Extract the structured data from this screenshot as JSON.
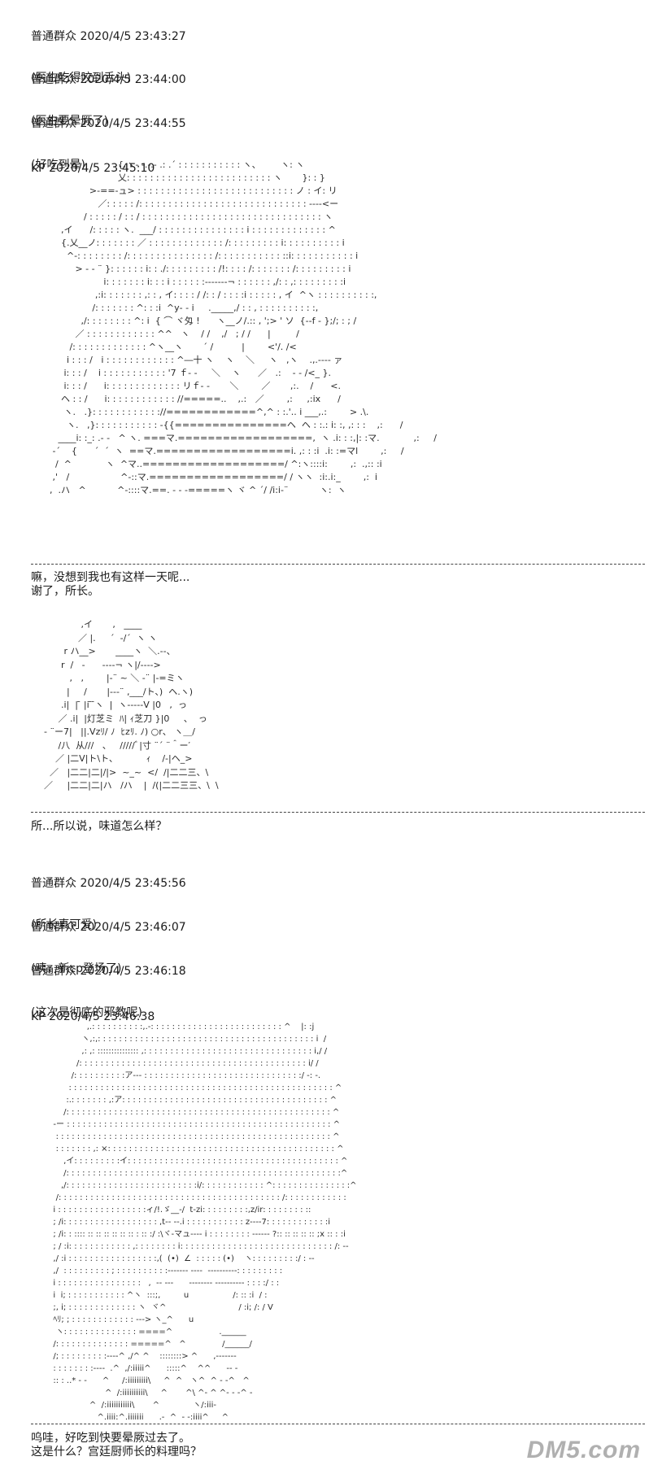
{
  "posts": [
    {
      "header": "普通群众 2020/4/5 23:43:27",
      "text": "(医生吃得咬到舌头)"
    },
    {
      "header": "普通群众 2020/4/5 23:44:00",
      "text": "(医生要晕厥了)"
    },
    {
      "header": "普通群众 2020/4/5 23:44:55",
      "text": "(好吃到晕)"
    },
    {
      "header": "KP 2020/4/5 23:45:10",
      "text": ""
    }
  ],
  "art1": "                              {.ヽ‐ ‐.-.‐ .: .´ : : : : : : : : : : : ヽ、       ヽ: ヽ\n                              乂: : : : : : : : : : : : : : : : : : : : : : : : : ヽ       }: : }\n                    >-==‐ュ> : : : : : : : : : : : : : : : : : : : : : : : : : : : ノ : イ: リ\n                       ／: : : : : /: : : : : : : : : : : : : : : : : : : : : : : : : : : : : ‐‐‐‐<ー\n                  / : : : : : / : : / : : : : : : : : : : : : : : : : : : : : : : : : : : : : : : : ヽ\n          ,イ      /: : : : : ヽ.  ___/ : : : : : : : : : : : : : : : i : : : : : : : : : : : : : ^\n          {.乂__ノ: : : : : : : ／ : : : : : : : : : : : : : /: : : : : : : : : i: : : : : : : : : : i\n            ^‐: : : : : : : : /: : : : : : : : : : : : : : : /: : : : : : : : : : : ::i: : : : : : : : : : : i\n               > ‐ ‐ ¨ }: : : : : : i: : ./: : : : : : : : : /!: : : : /: : : : : : : /: : : : : : : : : i\n                         i: : : : : : : i: : : i : : : : : :‐‐‐‐‐‐‐¬ : : : : : : ,/: : ,: : : : : : : : :i\n                      ,:i: : : : : : : ,: : , イ: : : : / /: : / : : : :i : : : : : , イ  ^ヽ : : : : : : : : : :,\n                     /: : : : : : : ^: : :i  ^y‐ ‐ i     ._____,/ : : , : : : : : : : : : :,\n                 ,/: : : : : : : : ^: i  { ⌒ ヾ匁 !      ヽ__ノ/.:: , ';> ' ソ  {‐‐f ‐ };/; : ; /\n               ／ : : : : : : : : : : : : ^^   ヽ    / /    ,/   ; / /      |         /\n             /: : : : : : : : : : : : : ^ヽ__ヽ       ´ /          |        <'/. /<\n            i : : : /   i : : : : : : : : : : : : ^―十 ヽ    ヽ    ＼     ヽ   ,ヽ    .,.‐‐‐‐ ァ\n           i: : : /    i : : : : : : : : : : : '7 ｆ‐ ‐     ＼    ヽ      ／   .:    ‐ ‐ /<_ }.\n           i: : : /      i: : : : : : : : : : : : : リｆ‐ ‐       ＼        ／       ,:.    /      <.\n          ヘ : : /      i: : : : : : : : : : : : //=====..    ,.:   ／        ,:     ,:ix      /\n           ヽ.   .}: : : : : : : : : : : ://============^,^ : :.'.. i ___,.:        > .\\. \n            ヽ.   ,}: : : : : : : : : : : -{{===============ヘ  ヘ : :.: i: :, ,: : :    ,:      /\n         ____i: :_: .- ‐   ^ ヽ. ===マ.==================,  ヽ .i: : :,|: :マ.            ,:     /\n       ‐´    {      ´  ´  ヽ  ==マ.==================i. ,: : :i  .i: :=マl        ,:     /\n        /  ^            ヽ  ^マ..===================/ ^:ヽ::::i:        ,:  .,:: :i\n       ,'   /                  ^‐::マ.==================/ / ヽヽ  :i:.i:_        ,:  i\n      ,  .ハ   ^           ^‐::::マ.==. ‐ ‐ ‐=====ヽ ヾ ^ ´/ /i:i‐¨           ヽ:  ヽ",
  "reply1": "嘛，没想到我也有这样一天呢...\n谢了，所长。",
  "art2": "                 ,イ       ,   ____\n                ／ |.     ´  -/´  ヽ ヽ\n           r ハ__>       ____ヽ  ＼.--、\n          r  /   -      ‐‐‐‐¬ ヽ|/‐‐‐‐>\n             ,   ,        |‐¨ ~ ＼ -¨ |‐=ミヽ\n            |     /       |--‐¨ ,___/ト、)  ヘ.ヽ)\n          .i|  | ̄ |i ̄ ̄ヽ  |  ヽ‐‐‐‐‐V |0   ,  っ\n         ／ .i|  |灯芝ミ  ﾊ| ｨ芝刀 }|0     、  っ\n    ‐ ¨ー7|   ||.Vzﾘ/ ﾉ  ﾋzﾘ. ﾉ) ○r、 ヽ＿/\n         /八  从///   、   /////ﾞ|寸 ¨´ ¨＾ー′\n        ／ |二V|ト\\ト、          ｨ    /‐|ヘ_>\n      ／   |二二|二|/|>  ~_~  </  /|二二三、\\\n    ／     |二二|二|ハ   /ハ    |  /(|二二三三、\\  \\",
  "reply2": "所...所以说，味道怎么样？",
  "posts2": [
    {
      "header": "普通群众 2020/4/5 23:45:56",
      "text": "(所长真可爱)"
    },
    {
      "header": "普通群众 2020/4/5 23:46:07",
      "text": "(咦，新cp登场了)"
    },
    {
      "header": "普通群众 2020/4/5 23:46:18",
      "text": "(这次是彻底的邪教呢)"
    },
    {
      "header": "KP 2020/4/5 23:46:38",
      "text": ""
    }
  ],
  "art3": "                     ,.: : : : : : : : : :,.‐: : : : : : : : : : : : : : : : : : : : : : : : : ^    |: :j\n                   ヽ,:,: : : : : : : : : : : : : : : : : : : : : : : : : : : : : : : : : : : : : : : : : i  /\n                   ,: ,: ::::::::::::::: ,: : : : : : : : : : : : : : : : : : : : : : : : : : : : : : : : i,/ /\n                 /: : : : : : : : : : : : : : : : : : : : : : : : : : : : : : : : : : : : : : : : : : : i/ /\n               /: : : : : : : : : :ア‐‐‐ : : : : : : : : : : : : : : : : : : : : : : : : : : : : : :/ ‐: ‐.\n              : : : : : : : : : : : : : : : : : : : : : : : : : : : : : : : : : : : : : : : : : : : : : : : : : : ^\n             :.: : : : : : : ,:ア: : : : : : : : : : : : : : : : : : : : : : : : : : : : : : : : : : : : : : : ^\n            /: : : : : : : : : : : : : : : : : : : : : : : : : : : : : : : : : : : : : : : : : : : : : : : : : : ^\n        ‐ー : : : : : : : : : : : : : : : : : : : : : : : : : : : : : : : : : : : : : : : : : : : : : : : : : : ^\n         : : : : : : : : : : : : : : : : : : : : : : : : : : : : : : : : : : : : : : : : : : : : : : : : : : : : ^\n         : : : : : : : ,: ×: : : : : : : : : : : : : : : : : : : : : : : : : : : : : : : : : : : : : : : : : : : ^\n            ,イ: : : : : : : : :イ: : : : : : : : : : : : : : : : : : : : : : : : : : : : : : : : : : : : : : : : ^\n            /: : : : : : : : : : : : : : : : : : : : : : : : : : : : : : : : : : : : : : : : : : : : : : : : : : : :^\n           ,/: : : : : : : : : : : : : : : : : : : : : : : : :i/: : : : : : : : : : : : ^: : : : : : : : : : : : : : :^\n         /: : : : : : : : : : : : : : : : : : : : : : : : : : : : : : : : : : : : : : : : : : /: : : : : : : : : : : :\n        i : : : : : : : : : : : : : : : : :ィ/!.ゞ__‐/  t‐zi: : : : : : : : :,z/ir: : : : : : : : ::\n        ; /i: : : : : : : : : : : : : : : : : : ,t‐‐ ‐‐.i : : : : : : : : : : : z‐‐‐‐7: : : : : : : : : : : :i\n        ; /i: : :::: :: :: :: :: :: :: : :: :/ :\\ヾ‐マュ‐‐‐‐ i : : : : : : : : ‐‐‐‐‐‐ ?:: :: :: :: :: ;x :: : :i\n        ; / :i: : : : : : : : : : : : ,: : : : : : : : i: : : : : : : : : : : : : : : : : : : : : : : : : : : : : /: ‐‐\n        ,/ :i : : : : : : : : : : : : : : : : :,(  (•)  ∠  : : : : : (•)    ヽ: : : : : : : : :/ : ‐‐\n        ,/  : : : : : : : : : ; : : : : : : : : : :‐‐‐‐‐‐‐ ‐‐‐‐  ‐‐‐‐‐‐‐‐‐‐: : : : : : : : :\n        i : : : : : : : : : : : : : : : :   ,  ‐‐ ‐‐‐      ‐‐‐‐‐‐‐‐ ‐‐‐‐‐‐‐‐‐‐ : : : :/ : :\n        i  i; : : : : : : : : : : : ^ヽ  :::;,         u                 /: :: :i  / :\n        ;, i; : : : : : : : : : : : : : ヽ  ヾ^                            / :i; /: / V\n        ﾍﾘ; ; : : : : : : : : : : : : ---> ヽ_^      u\n         ヽ: : : : : : : : : : : : : : ====^                  .______\n        /: : : : : : : : : : : : : : =====^   ^              /______/\n        /; : : : : : : : : :‐‐‐‐^ ,/^ ^    ::::::::> ^      ,‐‐‐‐‐‐‐\n        : : : : : : : :‐‐‐‐  .^  ,/:iiiii^      :::::^    ^^      ‐‐ ‐\n        :: : ..* ‐ ‐      ^     /:iiiiiiiii\\     ^  ^   ヽ^  ^ ‐ ‐^   ^\n                            ^  /:iiiiiiiiii\\     ^       ^\\ ^‐ ^ ^‐ ‐ ‐^ ‐\n                      ^  /:iiiiiiiiiii\\       ^             ヽ/:iii‐\n                         ^.iiii:^.iiiiiii      ,‐  ^  ‐ ‐:iiii^     ^",
  "reply3": "呜哇，好吃到快要晕厥过去了。\n这是什么？宫廷厨师长的料理吗？",
  "watermark": "DM5.com"
}
